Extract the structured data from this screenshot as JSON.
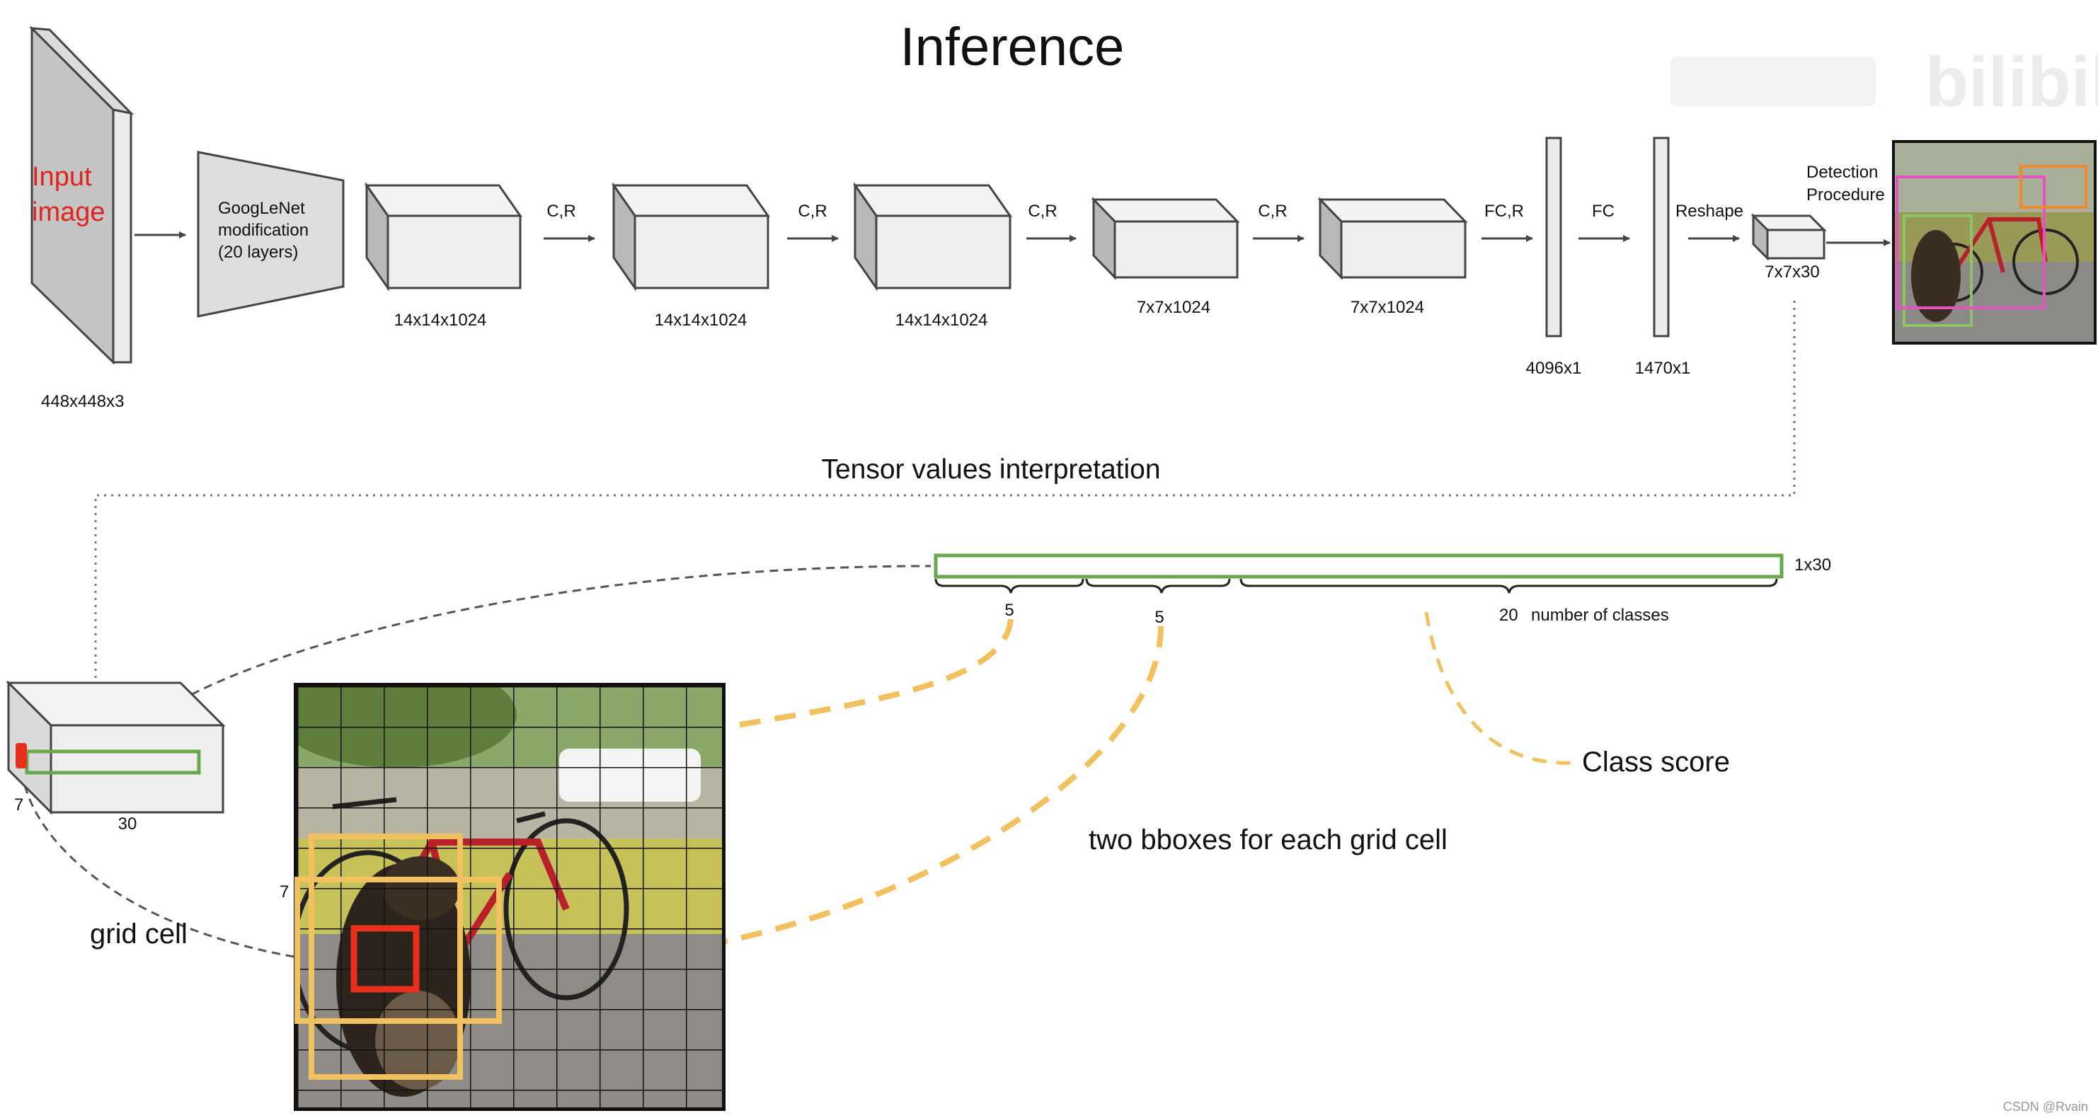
{
  "title": "Inference",
  "input": {
    "label_line1": "Input",
    "label_line2": "image",
    "dims": "448x448x3",
    "label_color": "#e0241b"
  },
  "backbone": {
    "line1": "GoogLeNet",
    "line2": "modification",
    "line3": "(20 layers)"
  },
  "layers": [
    {
      "dims": "14x14x1024",
      "op": "C,R"
    },
    {
      "dims": "14x14x1024",
      "op": "C,R"
    },
    {
      "dims": "14x14x1024",
      "op": "C,R"
    },
    {
      "dims": "7x7x1024",
      "op": "C,R"
    },
    {
      "dims": "7x7x1024",
      "op": "FC,R"
    }
  ],
  "fc_layers": [
    {
      "dims": "4096x1",
      "op": "FC"
    },
    {
      "dims": "1470x1",
      "op": "Reshape"
    }
  ],
  "output_tensor": {
    "dims": "7x7x30"
  },
  "detection": {
    "line1": "Detection",
    "line2": "Procedure"
  },
  "interpretation": {
    "heading": "Tensor values interpretation",
    "vector_label": "1x30",
    "brace_1": "5",
    "brace_2": "5",
    "brace_3_count": "20",
    "brace_3_text": "number of classes",
    "class_score": "Class score",
    "bboxes_text": "two bboxes for each grid cell",
    "grid_cell": "grid cell",
    "cube_side": "7",
    "cube_depth": "30",
    "grid_side": "7"
  },
  "watermarks": {
    "top_right": "bilibili",
    "bottom_right": "CSDN @Rvain"
  },
  "colors": {
    "box_fill": "#efefef",
    "box_side": "#b9b9b9",
    "input_fill": "#c4c4c4",
    "green": "#6aa84f",
    "orange": "#f1c15f",
    "red": "#e8301c",
    "dash_gray": "#555555",
    "bike_red": "#b8202a"
  }
}
